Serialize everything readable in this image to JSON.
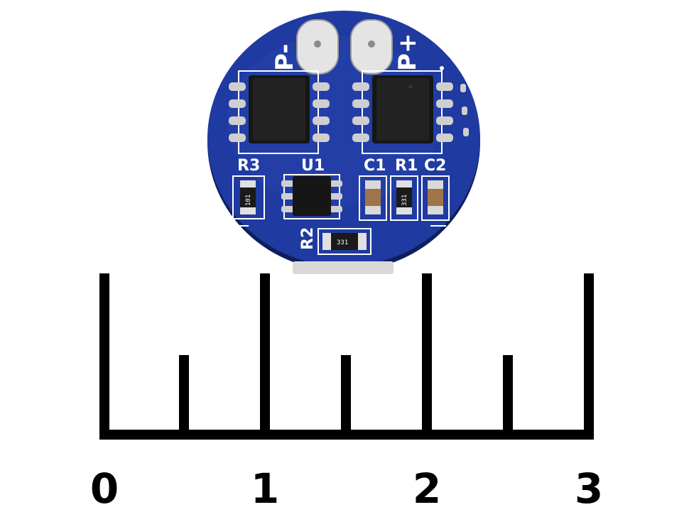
{
  "board": {
    "pad_labels": {
      "negative": "P-",
      "positive": "P+"
    },
    "component_labels": {
      "r3": "R3",
      "u1": "U1",
      "c1": "C1",
      "r1": "R1",
      "c2": "C2",
      "r2": "R2"
    },
    "resistor_codes": {
      "r3": "101",
      "r1": "331",
      "r2": "331"
    },
    "colors": {
      "pcb": "#1f3aa0",
      "silkscreen": "#ffffff",
      "pads": "#c9c9c9",
      "chip": "#161616"
    }
  },
  "ruler": {
    "ticks": [
      "0",
      "1",
      "2",
      "3"
    ]
  }
}
